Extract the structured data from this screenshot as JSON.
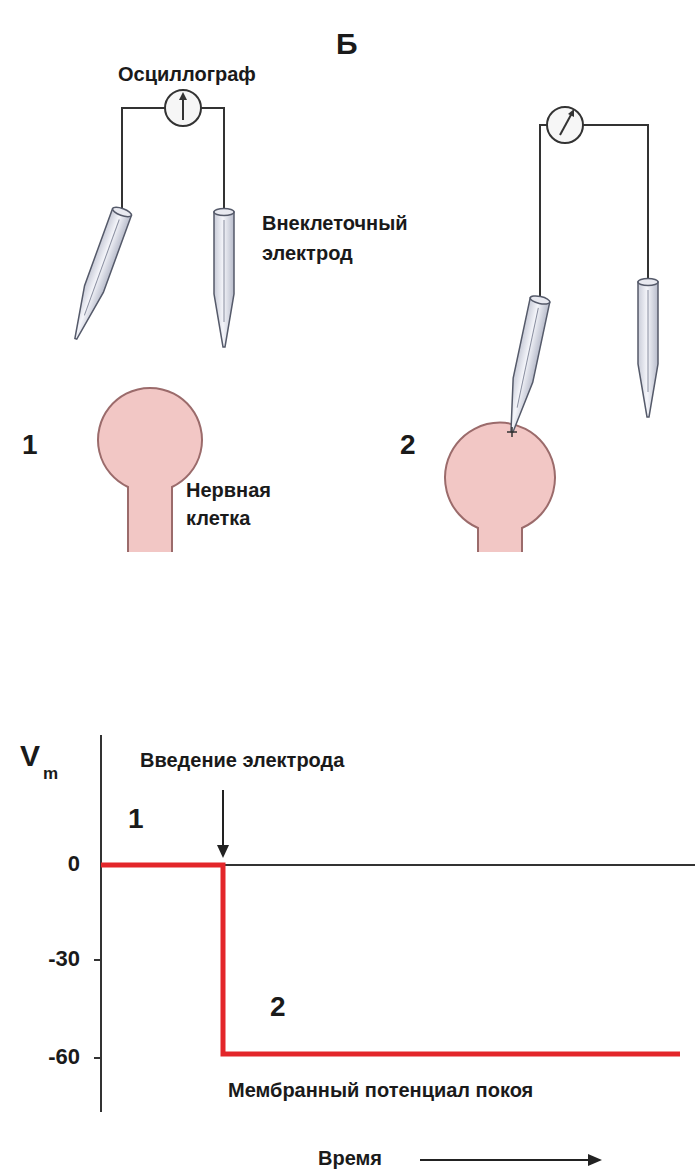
{
  "diagram": {
    "title": "Б",
    "labels": [
      "Осциллограф",
      "Внеклеточный электрод",
      "1",
      "Нервная клетка",
      "2",
      "V",
      "m",
      "Введение электрода",
      "1",
      "0",
      "-30",
      "-60",
      "2",
      "Мембранный потенциал покоя",
      "Время"
    ]
  }
}
